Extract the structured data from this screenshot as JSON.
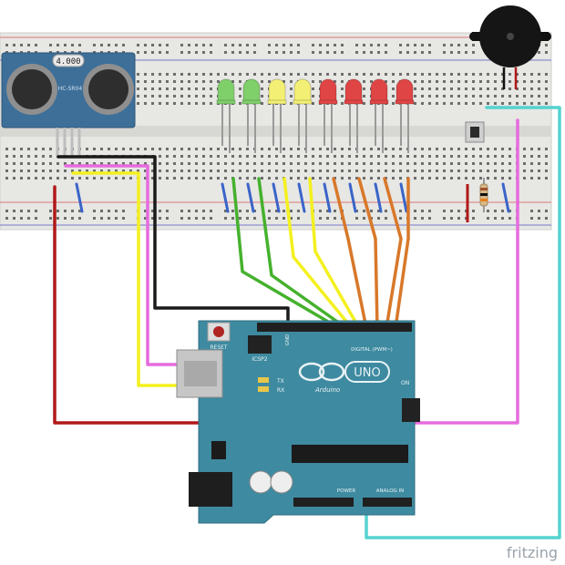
{
  "sensor": {
    "label": "HC-SR04",
    "range_label": "4.000"
  },
  "arduino": {
    "logo_text": "UNO",
    "brand_text": "Arduino",
    "digital_label": "DIGITAL (PWM~)",
    "analog_label": "ANALOG IN",
    "power_label": "POWER",
    "reset_label": "RESET",
    "icsp_label": "ICSP2",
    "tx_label": "TX",
    "rx_label": "RX",
    "on_label": "ON",
    "gnd_label": "GND"
  },
  "leds": [
    {
      "color": "green",
      "hex": "#7fcf6a"
    },
    {
      "color": "green",
      "hex": "#7fcf6a"
    },
    {
      "color": "yellow",
      "hex": "#f2ef74"
    },
    {
      "color": "yellow",
      "hex": "#f2ef74"
    },
    {
      "color": "red",
      "hex": "#e04545"
    },
    {
      "color": "red",
      "hex": "#e04545"
    },
    {
      "color": "red",
      "hex": "#e04545"
    },
    {
      "color": "red",
      "hex": "#e04545"
    }
  ],
  "wire_colors": {
    "black": "#1a1a1a",
    "red": "#b01818",
    "yellow": "#f3f01f",
    "magenta": "#e66bde",
    "green": "#45b12d",
    "orange": "#d8782a",
    "cyan": "#55d3cf",
    "blue": "#3a64c8"
  },
  "board_color": "#3e8aa0",
  "watermark": "fritzing"
}
